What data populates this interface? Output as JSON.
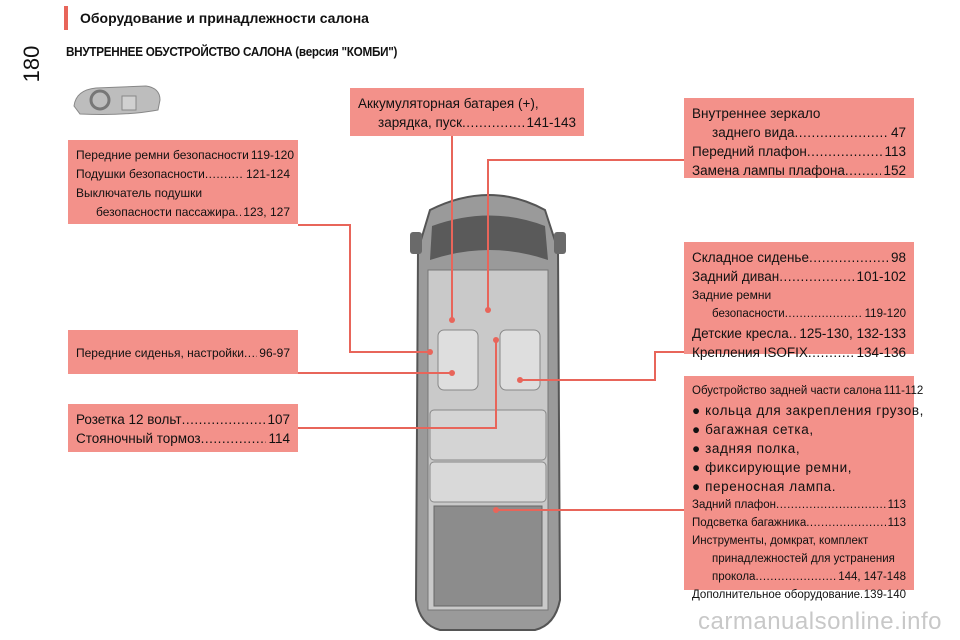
{
  "page_number": "180",
  "header": "Оборудование и принадлежности салона",
  "subheader": "ВНУТРЕННЕЕ ОБУСТРОЙСТВО САЛОНА (версия \"КОМБИ\")",
  "boxes": {
    "battery": {
      "lines": [
        {
          "t": "Аккумуляторная батарея (+),",
          "p": ""
        },
        {
          "t": "зарядка, пуск",
          "p": "141-143"
        }
      ]
    },
    "mirror": {
      "lines": [
        {
          "t": "Внутреннее зеркало",
          "p": ""
        },
        {
          "t": "заднего вида",
          "p": "47"
        },
        {
          "t": "Передний плафон",
          "p": "113"
        },
        {
          "t": "Замена лампы плафона",
          "p": "152"
        }
      ]
    },
    "seatbelts": {
      "lines": [
        {
          "t": "Передние ремни безопасности",
          "p": "119-120"
        },
        {
          "t": "Подушки безопасности",
          "p": "121-124"
        },
        {
          "t": "Выключатель подушки",
          "p": ""
        },
        {
          "t": "безопасности пассажира",
          "p": "123, 127"
        }
      ]
    },
    "front_seats": {
      "lines": [
        {
          "t": "Передние сиденья, настройки",
          "p": "96-97"
        }
      ]
    },
    "socket": {
      "lines": [
        {
          "t": "Розетка 12 вольт",
          "p": "107"
        },
        {
          "t": "Стояночный тормоз",
          "p": "114"
        }
      ]
    },
    "rear_seats": {
      "lines": [
        {
          "t": "Складное сиденье",
          "p": "98"
        },
        {
          "t": "Задний диван",
          "p": "101-102"
        },
        {
          "t": "Задние ремни",
          "p": ""
        },
        {
          "t": "безопасности",
          "p": "119-120"
        },
        {
          "t": "Детские кресла",
          "p": "125-130, 132-133"
        },
        {
          "t": "Крепления ISOFIX",
          "p": "134-136"
        }
      ]
    },
    "rear_area": {
      "title": {
        "t": "Обустройство задней части салона",
        "p": "111-112"
      },
      "bullets": [
        "● кольца для закрепления грузов,",
        "● багажная сетка,",
        "● задняя полка,",
        "● фиксирующие ремни,",
        "● переносная лампа."
      ],
      "lines": [
        {
          "t": "Задний плафон",
          "p": "113"
        },
        {
          "t": "Подсветка багажника",
          "p": "113"
        },
        {
          "t": "Инструменты, домкрат, комплект",
          "p": ""
        },
        {
          "t": "принадлежностей для устранения",
          "p": ""
        },
        {
          "t": "прокола",
          "p": "144, 147-148"
        },
        {
          "t": "Дополнительное оборудование",
          "p": "139-140"
        }
      ]
    }
  },
  "watermark": "carmanualsonline.info",
  "colors": {
    "box": "#f3918a",
    "accent": "#e8655a",
    "car_body": "#9a9a9a"
  }
}
